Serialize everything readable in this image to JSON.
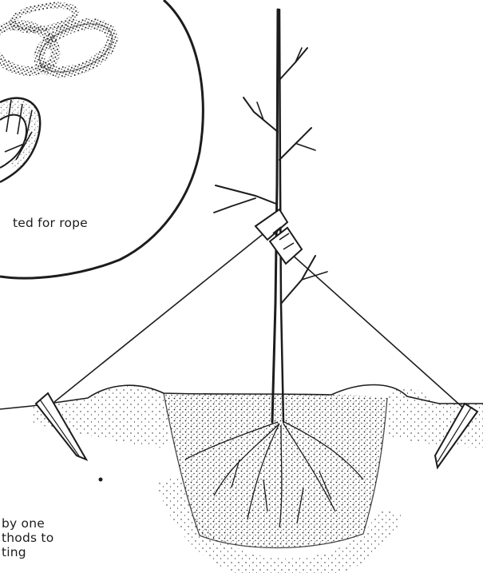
{
  "inset": {
    "caption": "ted for rope"
  },
  "caption": {
    "lines": [
      "by one",
      "thods to",
      "ting"
    ]
  },
  "colors": {
    "ink": "#1c1c1c",
    "background": "#ffffff"
  },
  "icons": [
    "hose-ring-icon",
    "tree-icon",
    "stake-icon",
    "guy-wire-icon",
    "soil-mound-icon"
  ]
}
